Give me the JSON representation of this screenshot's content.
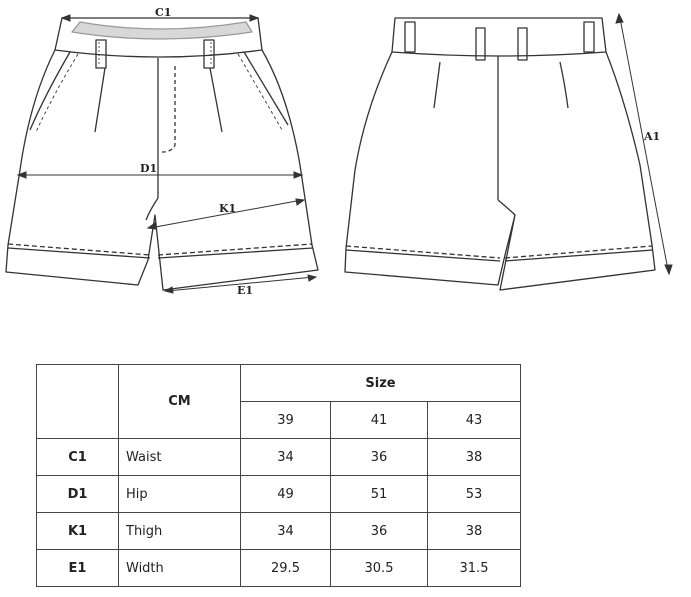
{
  "diagram": {
    "labels": {
      "c1": "C1",
      "d1": "D1",
      "k1": "K1",
      "e1": "E1",
      "a1": "A1"
    }
  },
  "table": {
    "unit_header": "CM",
    "size_header": "Size",
    "sizes": [
      "39",
      "41",
      "43"
    ],
    "rows": [
      {
        "code": "C1",
        "name": "Waist",
        "values": [
          "34",
          "36",
          "38"
        ]
      },
      {
        "code": "D1",
        "name": "Hip",
        "values": [
          "49",
          "51",
          "53"
        ]
      },
      {
        "code": "K1",
        "name": "Thigh",
        "values": [
          "34",
          "36",
          "38"
        ]
      },
      {
        "code": "E1",
        "name": "Width",
        "values": [
          "29.5",
          "30.5",
          "31.5"
        ]
      }
    ]
  }
}
